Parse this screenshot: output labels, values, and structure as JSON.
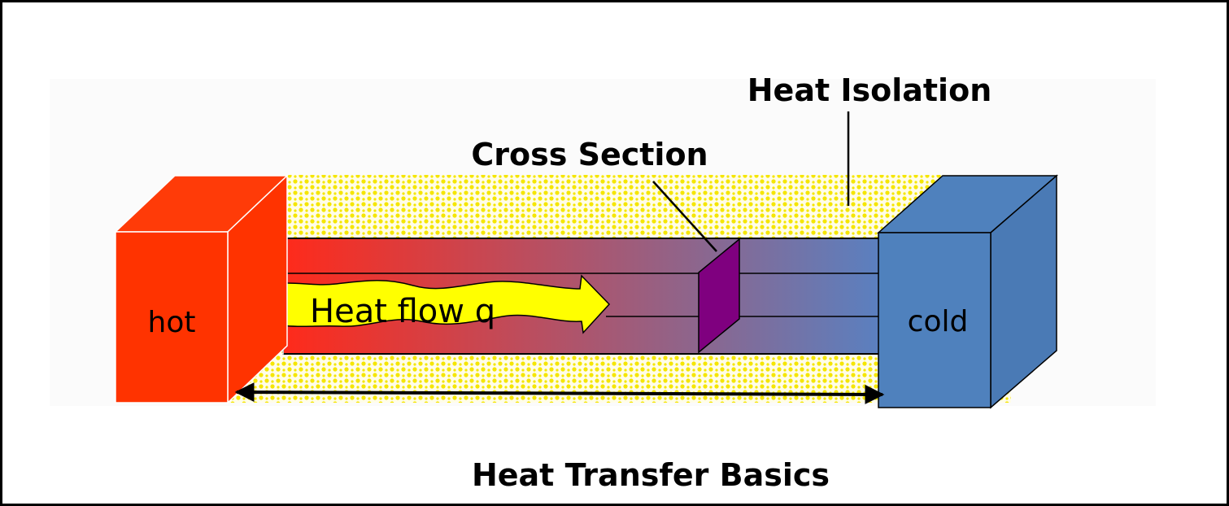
{
  "diagram": {
    "labels": {
      "hot": "hot",
      "cold": "cold",
      "heat_flow": "Heat flow q",
      "cross_section": "Cross Section",
      "heat_isolation": "Heat Isolation",
      "caption": "Heat Transfer Basics"
    },
    "colors": {
      "hot_block": "#ff3300",
      "hot_block_top": "#ff3b08",
      "cold_block": "#4f81bd",
      "cold_block_side": "#4a7ab5",
      "rod_hot_end": "#ff2a1a",
      "rod_cold_end": "#5a80c0",
      "cross_section": "#7f007f",
      "heat_arrow": "#ffff00",
      "isolation_dots": "#f5e600",
      "outline": "#000000"
    }
  }
}
